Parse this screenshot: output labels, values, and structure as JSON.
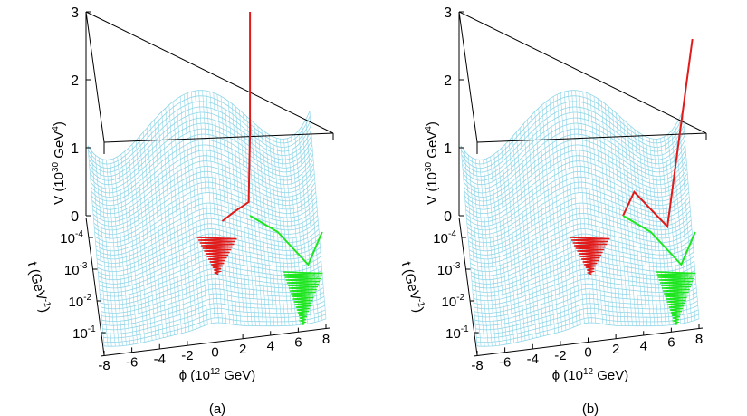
{
  "chart_data": [
    {
      "type": "surface",
      "caption": "(a)",
      "zlabel_main": "V (10",
      "zlabel_sup1": "30",
      "zlabel_mid": " GeV",
      "zlabel_sup2": "4",
      "zlabel_end": ")",
      "xlabel_main": "ϕ (10",
      "xlabel_sup": "12",
      "xlabel_end": " GeV)",
      "ylabel_main": "t (GeV",
      "ylabel_sup": "-1",
      "ylabel_end": ")",
      "z_ticks": [
        "0",
        "1",
        "2",
        "3"
      ],
      "z_range": [
        0,
        3
      ],
      "x_ticks": [
        "-8",
        "-6",
        "-4",
        "-2",
        "0",
        "2",
        "4",
        "6",
        "8"
      ],
      "x_range": [
        -8,
        8
      ],
      "t_ticks": [
        "10-4",
        "10-3",
        "10-2",
        "10-1"
      ],
      "t_tick_base": [
        "10",
        "10",
        "10",
        "10"
      ],
      "t_tick_exp": [
        "-4",
        "-3",
        "-2",
        "-1"
      ],
      "surface_color": "#8fd6e8",
      "red_color": "#e11a1a",
      "green_color": "#1ee61e",
      "red_path": [
        [
          2.0,
          3.0
        ],
        [
          2.0,
          1.2
        ],
        [
          1.9,
          0.2
        ],
        [
          0.8,
          0.05
        ],
        [
          0.0,
          -0.1
        ]
      ],
      "green_path": [
        [
          2.0,
          0.0
        ],
        [
          4.0,
          -0.3
        ],
        [
          6.2,
          -0.9
        ],
        [
          7.2,
          -0.3
        ]
      ]
    },
    {
      "type": "surface",
      "caption": "(b)",
      "zlabel_main": "V (10",
      "zlabel_sup1": "30",
      "zlabel_mid": " GeV",
      "zlabel_sup2": "4",
      "zlabel_end": ")",
      "xlabel_main": "ϕ (10",
      "xlabel_sup": "12",
      "xlabel_end": " GeV)",
      "ylabel_main": "t (GeV",
      "ylabel_sup": "-1",
      "ylabel_end": ")",
      "z_ticks": [
        "0",
        "1",
        "2",
        "3"
      ],
      "z_range": [
        0,
        3
      ],
      "x_ticks": [
        "-8",
        "-6",
        "-4",
        "-2",
        "0",
        "2",
        "4",
        "6",
        "8"
      ],
      "x_range": [
        -8,
        8
      ],
      "t_ticks": [
        "10-4",
        "10-3",
        "10-2",
        "10-1"
      ],
      "t_tick_base": [
        "10",
        "10",
        "10",
        "10"
      ],
      "t_tick_exp": [
        "-4",
        "-3",
        "-2",
        "-1"
      ],
      "surface_color": "#8fd6e8",
      "red_color": "#e11a1a",
      "green_color": "#1ee61e",
      "red_path": [
        [
          2.0,
          0.0
        ],
        [
          2.8,
          0.35
        ],
        [
          5.2,
          -0.2
        ],
        [
          7.0,
          2.6
        ]
      ],
      "green_path": [
        [
          2.0,
          0.0
        ],
        [
          4.0,
          -0.3
        ],
        [
          6.2,
          -0.9
        ],
        [
          7.2,
          -0.3
        ]
      ]
    }
  ]
}
